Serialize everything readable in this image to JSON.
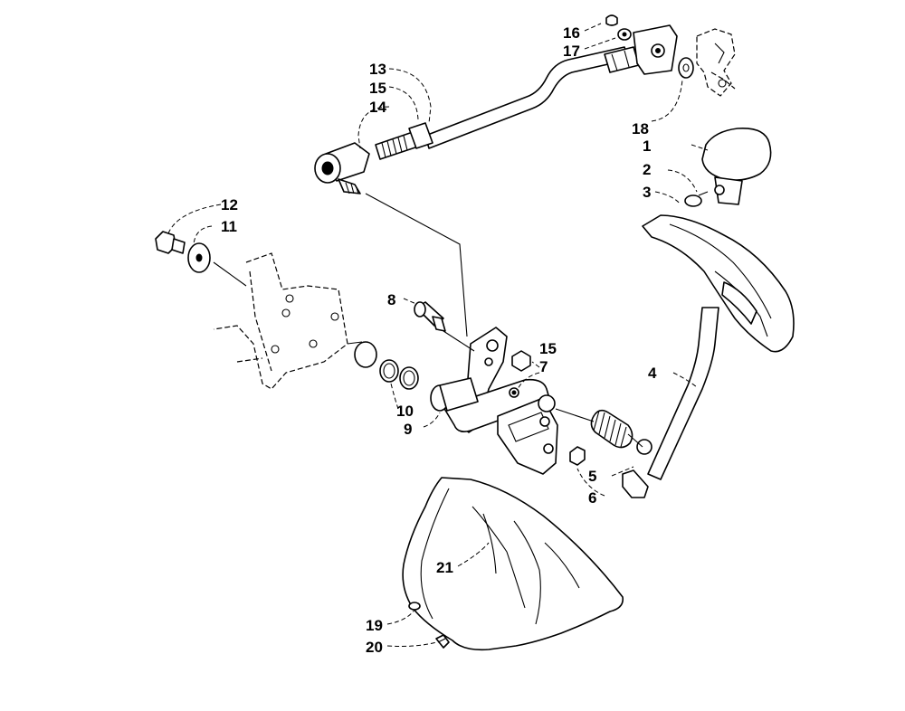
{
  "diagram": {
    "callouts": [
      {
        "id": "1",
        "text": "1"
      },
      {
        "id": "2",
        "text": "2"
      },
      {
        "id": "3",
        "text": "3"
      },
      {
        "id": "4",
        "text": "4"
      },
      {
        "id": "5",
        "text": "5"
      },
      {
        "id": "6",
        "text": "6"
      },
      {
        "id": "7",
        "text": "7"
      },
      {
        "id": "8",
        "text": "8"
      },
      {
        "id": "9",
        "text": "9"
      },
      {
        "id": "10",
        "text": "10"
      },
      {
        "id": "11",
        "text": "11"
      },
      {
        "id": "12",
        "text": "12"
      },
      {
        "id": "13",
        "text": "13"
      },
      {
        "id": "14",
        "text": "14"
      },
      {
        "id": "15a",
        "text": "15"
      },
      {
        "id": "15b",
        "text": "15"
      },
      {
        "id": "16",
        "text": "16"
      },
      {
        "id": "17",
        "text": "17"
      },
      {
        "id": "18",
        "text": "18"
      },
      {
        "id": "19",
        "text": "19"
      },
      {
        "id": "20",
        "text": "20"
      },
      {
        "id": "21",
        "text": "21"
      }
    ]
  }
}
